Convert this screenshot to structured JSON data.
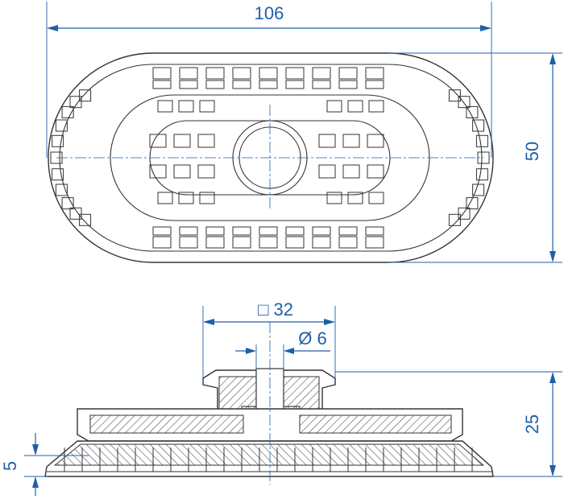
{
  "dimensions": {
    "width": "106",
    "height": "50",
    "square": "□ 32",
    "diameter": "Ø 6",
    "total_height": "25",
    "lip_height": "5"
  },
  "colors": {
    "dimension": "#1f5fa8",
    "outline": "#333333"
  }
}
